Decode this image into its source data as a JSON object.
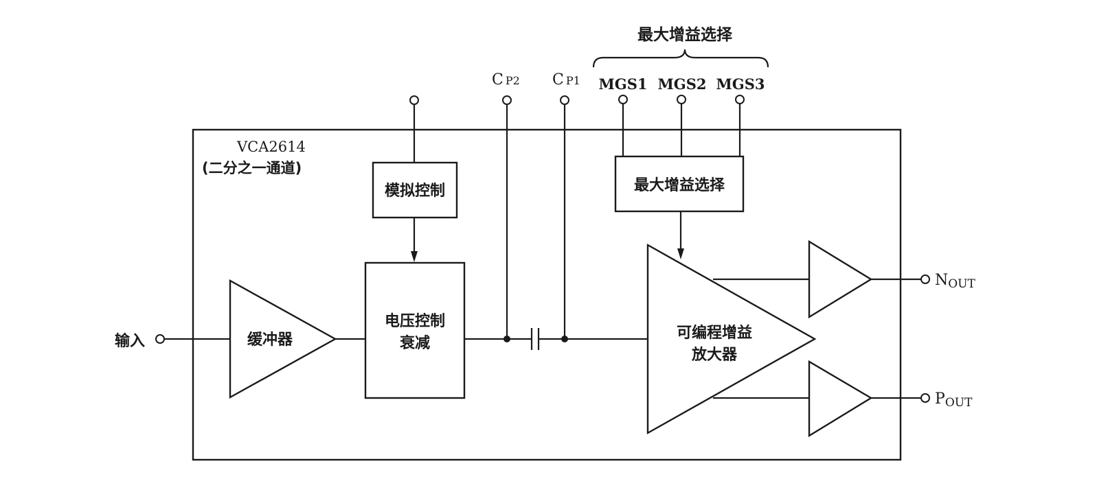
{
  "chip": {
    "part": "VCA2614",
    "note": "(二分之一通道)"
  },
  "top_label": "最大增益选择",
  "pins": {
    "cp2": "C",
    "cp2_sub": "P2",
    "cp1": "C",
    "cp1_sub": "P1",
    "mgs1": "MGS1",
    "mgs2": "MGS2",
    "mgs3": "MGS3",
    "input": "输入",
    "nout": "N",
    "nout_sub": "OUT",
    "pout": "P",
    "pout_sub": "OUT"
  },
  "blocks": {
    "buffer": "缓冲器",
    "analog_control": "模拟控制",
    "attenuator_line1": "电压控制",
    "attenuator_line2": "衰减",
    "max_gain_select": "最大增益选择",
    "pga_line1": "可编程增益",
    "pga_line2": "放大器"
  }
}
